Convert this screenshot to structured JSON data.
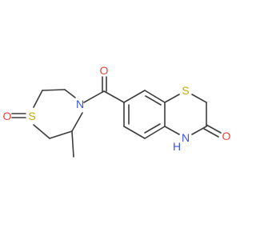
{
  "colors": {
    "background": "#ffffff",
    "bond": "#3c3c3c",
    "oxygen": "#e8443a",
    "sulfur": "#c9a800",
    "nitrogen": "#3a55e8",
    "carbon": "#3c3c3c"
  },
  "atoms": {
    "O_carbonyl": {
      "text": "O",
      "element": "oxygen"
    },
    "N_amide": {
      "text": "N",
      "element": "nitrogen"
    },
    "S_sulfoxide": {
      "text": "S",
      "element": "sulfur"
    },
    "O_sulfoxide": {
      "text": "O",
      "element": "oxygen"
    },
    "S_thiazine": {
      "text": "S",
      "element": "sulfur"
    },
    "N_lactam": {
      "text": "N",
      "element": "nitrogen"
    },
    "H_lactam": {
      "text": "H",
      "element": "nitrogen"
    },
    "O_lactam": {
      "text": "O",
      "element": "oxygen"
    }
  }
}
